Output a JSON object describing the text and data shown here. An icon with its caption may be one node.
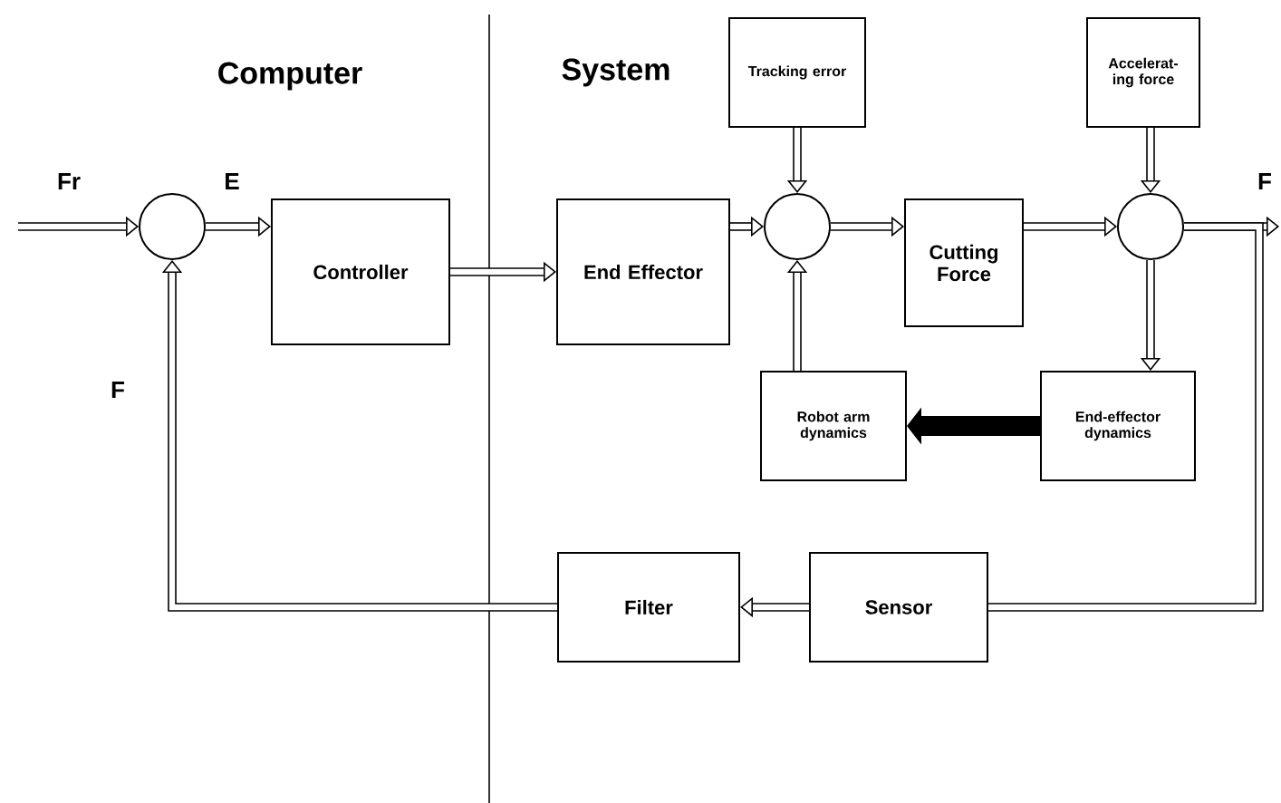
{
  "diagram": {
    "nodes": [
      {
        "text": [],
        "shape": "circle"
      },
      {
        "text": [
          "Controller"
        ]
      },
      {
        "text": [
          "End Effector"
        ]
      },
      {
        "text": [],
        "shape": "circle"
      },
      {
        "text": [
          "Tracking error"
        ]
      },
      {
        "text": [
          "Cutting Force"
        ]
      },
      {
        "text": [
          "Accelerat-ing force"
        ]
      },
      {
        "text": [],
        "shape": "circle"
      },
      {
        "text": [
          "Robot arm dynamics"
        ]
      },
      {
        "text": [
          "End-effector dynamics"
        ]
      },
      {
        "text": [
          "Filter"
        ]
      },
      {
        "text": [
          "Sensor"
        ]
      }
    ],
    "edges": [
      {
        "from": null,
        "to": 0,
        "arrow": "to",
        "label": "Fr"
      },
      {
        "from": 0,
        "to": 1,
        "arrow": "to",
        "label": "E"
      },
      {
        "from": 1,
        "to": 2,
        "arrow": "to"
      },
      {
        "from": 2,
        "to": 3,
        "arrow": "to"
      },
      {
        "from": 4,
        "to": 3,
        "arrow": "to"
      },
      {
        "from": 8,
        "to": 3,
        "arrow": "to"
      },
      {
        "from": 3,
        "to": 5,
        "arrow": "to"
      },
      {
        "from": 5,
        "to": 7,
        "arrow": "to"
      },
      {
        "from": 6,
        "to": 7,
        "arrow": "to"
      },
      {
        "from": 7,
        "to": null,
        "arrow": "to",
        "label": "F"
      },
      {
        "from": 7,
        "to": 9,
        "arrow": "to"
      },
      {
        "from": 9,
        "to": 8,
        "arrow": "to",
        "style": "thick"
      },
      {
        "from": 7,
        "to": 11,
        "arrow": "none"
      },
      {
        "from": 11,
        "to": 10,
        "arrow": "to"
      },
      {
        "from": 10,
        "to": 0,
        "arrow": "to",
        "label": "F"
      }
    ],
    "labels": [
      "Computer",
      "System"
    ]
  }
}
